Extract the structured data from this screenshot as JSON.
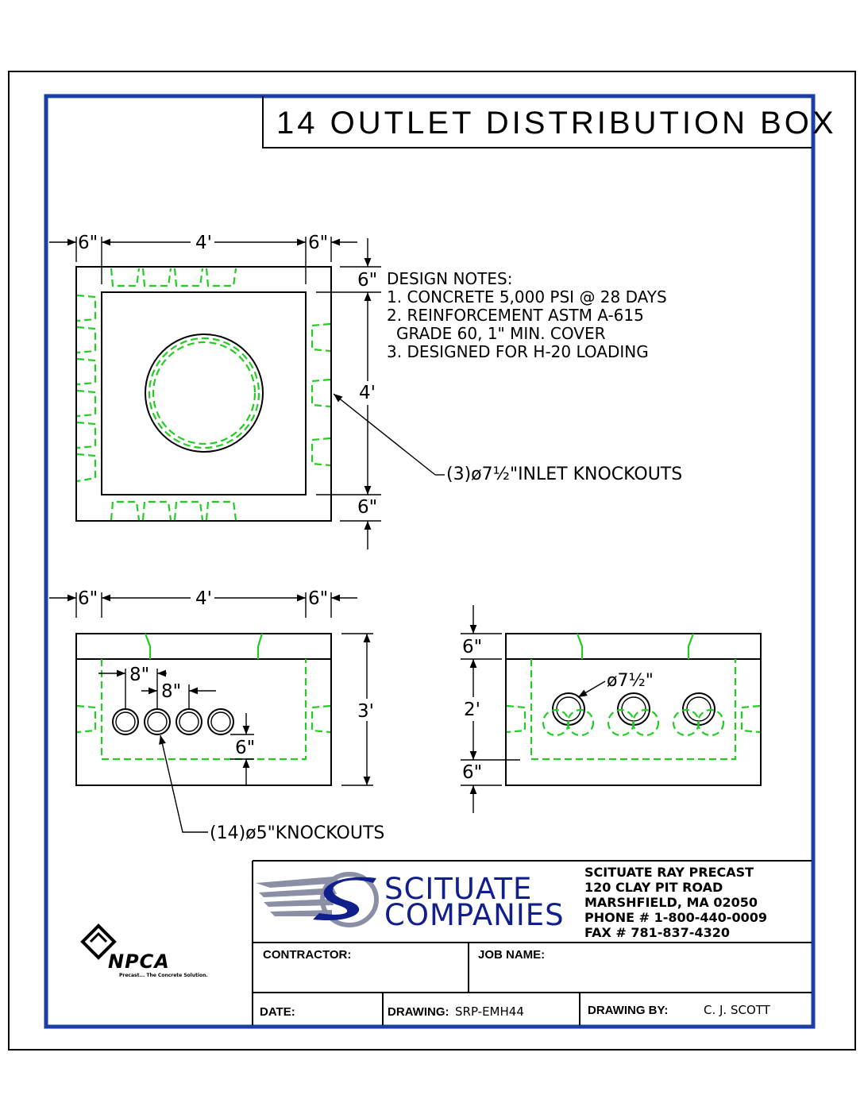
{
  "title": "14 OUTLET DISTRIBUTION BOX",
  "design_notes": {
    "heading": "DESIGN NOTES:",
    "lines": [
      "1. CONCRETE 5,000 PSI @ 28 DAYS",
      "2. REINFORCEMENT ASTM A-615",
      "GRADE 60, 1\" MIN. COVER",
      "3. DESIGNED FOR H-20 LOADING"
    ]
  },
  "plan_view": {
    "dim_left": "6\"",
    "dim_width": "4'",
    "dim_right": "6\"",
    "dim_top": "6\"",
    "dim_height": "4'",
    "dim_bottom": "6\"",
    "callout": "(3)ø7½\"INLET KNOCKOUTS"
  },
  "side_view": {
    "dim_left": "6\"",
    "dim_width": "4'",
    "dim_right": "6\"",
    "dim_height": "3'",
    "spacing_1": "8\"",
    "spacing_2": "8\"",
    "dim_offset": "6\"",
    "callout": "(14)ø5\"KNOCKOUTS"
  },
  "end_view": {
    "dim_top": "6\"",
    "dim_mid": "2'",
    "dim_bottom": "6\"",
    "callout": "ø7½\""
  },
  "title_block": {
    "logo_line1": "SCITUATE",
    "logo_line2": "COMPANIES",
    "address": [
      "SCITUATE RAY PRECAST",
      "120 CLAY PIT ROAD",
      "MARSHFIELD,  MA   02050",
      "PHONE # 1-800-440-0009",
      "FAX # 781-837-4320"
    ],
    "contractor_label": "CONTRACTOR:",
    "job_name_label": "JOB NAME:",
    "date_label": "DATE:",
    "drawing_label": "DRAWING:",
    "drawing_value": "SRP-EMH44",
    "drawing_by_label": "DRAWING BY:",
    "drawing_by_value": "C. J. SCOTT",
    "npca_logo": "NPCA",
    "npca_tagline": "Precast... The Concrete Solution."
  },
  "colors": {
    "frame_blue": "#1b3fa8",
    "dashed_green": "#22cc22",
    "logo_blue": "#101f8c"
  }
}
